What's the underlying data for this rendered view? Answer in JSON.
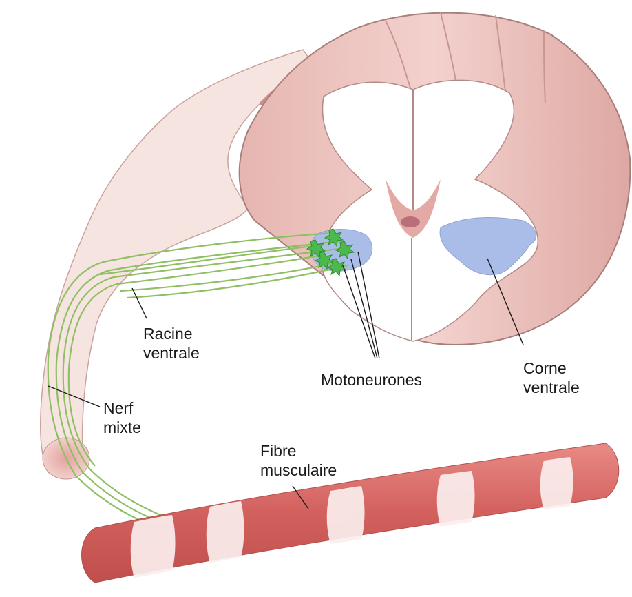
{
  "labels": {
    "racine_ventrale": [
      "Racine",
      "ventrale"
    ],
    "motoneurones": "Motoneurones",
    "corne_ventrale": [
      "Corne",
      "ventrale"
    ],
    "nerf_mixte": [
      "Nerf",
      "mixte"
    ],
    "fibre_musculaire": [
      "Fibre",
      "musculaire"
    ]
  },
  "colors": {
    "white_matter": "#ecc3bf",
    "gray_matter": "#ffffff",
    "ventral_horn": "#a9bde8",
    "motoneuron": "#4db84d",
    "axon": "#8fbf63",
    "muscle_red": "#d86a68",
    "muscle_pale": "#fbeeee",
    "outline": "#a87e7a"
  }
}
